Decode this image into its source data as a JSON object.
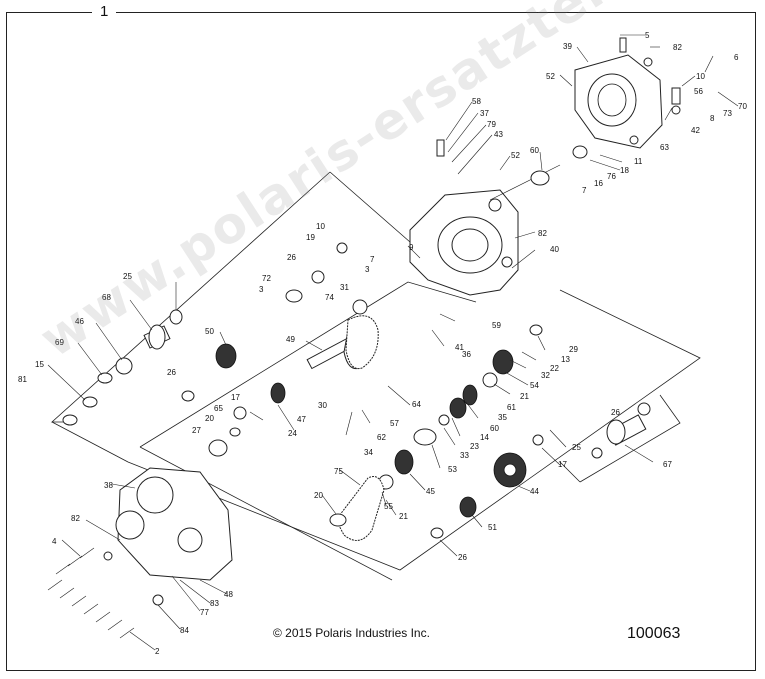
{
  "page_number": "1",
  "copyright": "© 2015 Polaris Industries Inc.",
  "diagram_id": "100063",
  "watermark": "www.polaris-ersatzteile.de",
  "callouts": [
    {
      "id": "c5",
      "text": "5"
    },
    {
      "id": "c82a",
      "text": "82"
    },
    {
      "id": "c39",
      "text": "39"
    },
    {
      "id": "c6",
      "text": "6"
    },
    {
      "id": "c52a",
      "text": "52"
    },
    {
      "id": "c10a",
      "text": "10"
    },
    {
      "id": "c56",
      "text": "56"
    },
    {
      "id": "c70",
      "text": "70"
    },
    {
      "id": "c73",
      "text": "73"
    },
    {
      "id": "c8",
      "text": "8"
    },
    {
      "id": "c42",
      "text": "42"
    },
    {
      "id": "c63",
      "text": "63"
    },
    {
      "id": "c58",
      "text": "58"
    },
    {
      "id": "c37",
      "text": "37"
    },
    {
      "id": "c79",
      "text": "79"
    },
    {
      "id": "c43",
      "text": "43"
    },
    {
      "id": "c52b",
      "text": "52"
    },
    {
      "id": "c60a",
      "text": "60"
    },
    {
      "id": "c11",
      "text": "11"
    },
    {
      "id": "c18",
      "text": "18"
    },
    {
      "id": "c76",
      "text": "76"
    },
    {
      "id": "c16",
      "text": "16"
    },
    {
      "id": "c7a",
      "text": "7"
    },
    {
      "id": "c10b",
      "text": "10"
    },
    {
      "id": "c19",
      "text": "19"
    },
    {
      "id": "c26a",
      "text": "26"
    },
    {
      "id": "c9",
      "text": "9"
    },
    {
      "id": "c82b",
      "text": "82"
    },
    {
      "id": "c40",
      "text": "40"
    },
    {
      "id": "c72",
      "text": "72"
    },
    {
      "id": "c3a",
      "text": "3"
    },
    {
      "id": "c3b",
      "text": "3"
    },
    {
      "id": "c7b",
      "text": "7"
    },
    {
      "id": "c31",
      "text": "31"
    },
    {
      "id": "c74",
      "text": "74"
    },
    {
      "id": "c59",
      "text": "59"
    },
    {
      "id": "c25a",
      "text": "25"
    },
    {
      "id": "c68",
      "text": "68"
    },
    {
      "id": "c46",
      "text": "46"
    },
    {
      "id": "c50",
      "text": "50"
    },
    {
      "id": "c49",
      "text": "49"
    },
    {
      "id": "c41",
      "text": "41"
    },
    {
      "id": "c36",
      "text": "36"
    },
    {
      "id": "c29",
      "text": "29"
    },
    {
      "id": "c13",
      "text": "13"
    },
    {
      "id": "c22",
      "text": "22"
    },
    {
      "id": "c32",
      "text": "32"
    },
    {
      "id": "c54",
      "text": "54"
    },
    {
      "id": "c21a",
      "text": "21"
    },
    {
      "id": "c61",
      "text": "61"
    },
    {
      "id": "c35",
      "text": "35"
    },
    {
      "id": "c69",
      "text": "69"
    },
    {
      "id": "c15",
      "text": "15"
    },
    {
      "id": "c81",
      "text": "81"
    },
    {
      "id": "c26b",
      "text": "26"
    },
    {
      "id": "c64",
      "text": "64"
    },
    {
      "id": "c17a",
      "text": "17"
    },
    {
      "id": "c65",
      "text": "65"
    },
    {
      "id": "c20a",
      "text": "20"
    },
    {
      "id": "c27",
      "text": "27"
    },
    {
      "id": "c47",
      "text": "47"
    },
    {
      "id": "c24",
      "text": "24"
    },
    {
      "id": "c30",
      "text": "30"
    },
    {
      "id": "c57",
      "text": "57"
    },
    {
      "id": "c62",
      "text": "62"
    },
    {
      "id": "c34",
      "text": "34"
    },
    {
      "id": "c60b",
      "text": "60"
    },
    {
      "id": "c14",
      "text": "14"
    },
    {
      "id": "c23",
      "text": "23"
    },
    {
      "id": "c33",
      "text": "33"
    },
    {
      "id": "c53",
      "text": "53"
    },
    {
      "id": "c26c",
      "text": "26"
    },
    {
      "id": "c25b",
      "text": "25"
    },
    {
      "id": "c17b",
      "text": "17"
    },
    {
      "id": "c67",
      "text": "67"
    },
    {
      "id": "c45",
      "text": "45"
    },
    {
      "id": "c44",
      "text": "44"
    },
    {
      "id": "c75",
      "text": "75"
    },
    {
      "id": "c20b",
      "text": "20"
    },
    {
      "id": "c55",
      "text": "55"
    },
    {
      "id": "c21b",
      "text": "21"
    },
    {
      "id": "c51",
      "text": "51"
    },
    {
      "id": "c26d",
      "text": "26"
    },
    {
      "id": "c38",
      "text": "38"
    },
    {
      "id": "c82c",
      "text": "82"
    },
    {
      "id": "c4",
      "text": "4"
    },
    {
      "id": "c48",
      "text": "48"
    },
    {
      "id": "c83",
      "text": "83"
    },
    {
      "id": "c77",
      "text": "77"
    },
    {
      "id": "c84",
      "text": "84"
    },
    {
      "id": "c2",
      "text": "2"
    }
  ]
}
